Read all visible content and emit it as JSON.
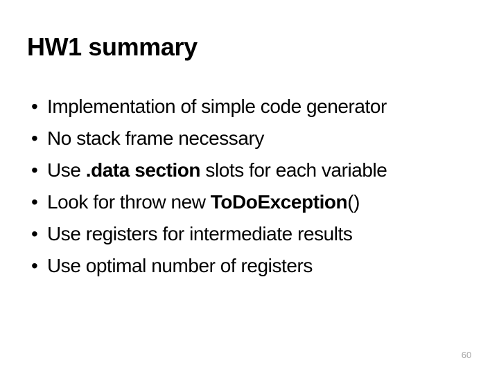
{
  "slide": {
    "title": "HW1 summary",
    "bullet_marker": "•",
    "bullets": [
      {
        "plain": "Implementation of simple code generator",
        "runs": [
          {
            "text": "Implementation of simple code generator",
            "bold": false
          }
        ]
      },
      {
        "plain": "No stack frame necessary",
        "runs": [
          {
            "text": "No stack frame necessary",
            "bold": false
          }
        ]
      },
      {
        "plain": "Use .data section slots for each variable",
        "runs": [
          {
            "text": "Use ",
            "bold": false
          },
          {
            "text": ".data section",
            "bold": true
          },
          {
            "text": " slots for each variable",
            "bold": false
          }
        ]
      },
      {
        "plain": "Look for throw new ToDoException()",
        "runs": [
          {
            "text": "Look for throw new ",
            "bold": false
          },
          {
            "text": "ToDoException",
            "bold": true
          },
          {
            "text": "()",
            "bold": false
          }
        ]
      },
      {
        "plain": "Use registers for intermediate results",
        "runs": [
          {
            "text": "Use registers for intermediate results",
            "bold": false
          }
        ]
      },
      {
        "plain": "Use optimal number of registers",
        "runs": [
          {
            "text": "Use optimal number of registers",
            "bold": false
          }
        ]
      }
    ],
    "page_number": "60"
  },
  "colors": {
    "background": "#ffffff",
    "text": "#000000",
    "page_number": "#a6a6a6"
  }
}
